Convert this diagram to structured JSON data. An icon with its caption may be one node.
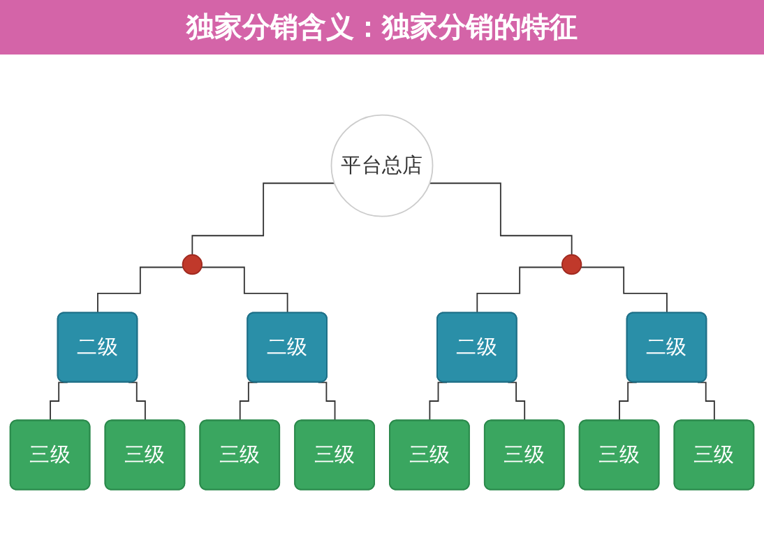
{
  "diagram": {
    "title": "独家分销含义：独家分销的特征",
    "nodes": [
      {
        "text": [
          "平台总店"
        ]
      },
      {
        "text": [],
        "shape": "person"
      },
      {
        "text": [],
        "shape": "person"
      },
      {
        "text": [
          "二级"
        ]
      },
      {
        "text": [
          "二级"
        ]
      },
      {
        "text": [
          "二级"
        ]
      },
      {
        "text": [
          "二级"
        ]
      },
      {
        "text": [
          "三级"
        ]
      },
      {
        "text": [
          "三级"
        ]
      },
      {
        "text": [
          "三级"
        ]
      },
      {
        "text": [
          "三级"
        ]
      },
      {
        "text": [
          "三级"
        ]
      },
      {
        "text": [
          "三级"
        ]
      },
      {
        "text": [
          "三级"
        ]
      },
      {
        "text": [
          "三级"
        ]
      }
    ],
    "edges": [
      {
        "from": 0,
        "to": 1,
        "arrow": "none"
      },
      {
        "from": 0,
        "to": 2,
        "arrow": "none"
      },
      {
        "from": 1,
        "to": 3,
        "arrow": "none"
      },
      {
        "from": 1,
        "to": 4,
        "arrow": "none"
      },
      {
        "from": 2,
        "to": 5,
        "arrow": "none"
      },
      {
        "from": 2,
        "to": 6,
        "arrow": "none"
      },
      {
        "from": 3,
        "to": 7,
        "arrow": "none"
      },
      {
        "from": 3,
        "to": 8,
        "arrow": "none"
      },
      {
        "from": 4,
        "to": 9,
        "arrow": "none"
      },
      {
        "from": 4,
        "to": 10,
        "arrow": "none"
      },
      {
        "from": 5,
        "to": 11,
        "arrow": "none"
      },
      {
        "from": 5,
        "to": 12,
        "arrow": "none"
      },
      {
        "from": 6,
        "to": 13,
        "arrow": "none"
      },
      {
        "from": 6,
        "to": 14,
        "arrow": "none"
      }
    ]
  }
}
